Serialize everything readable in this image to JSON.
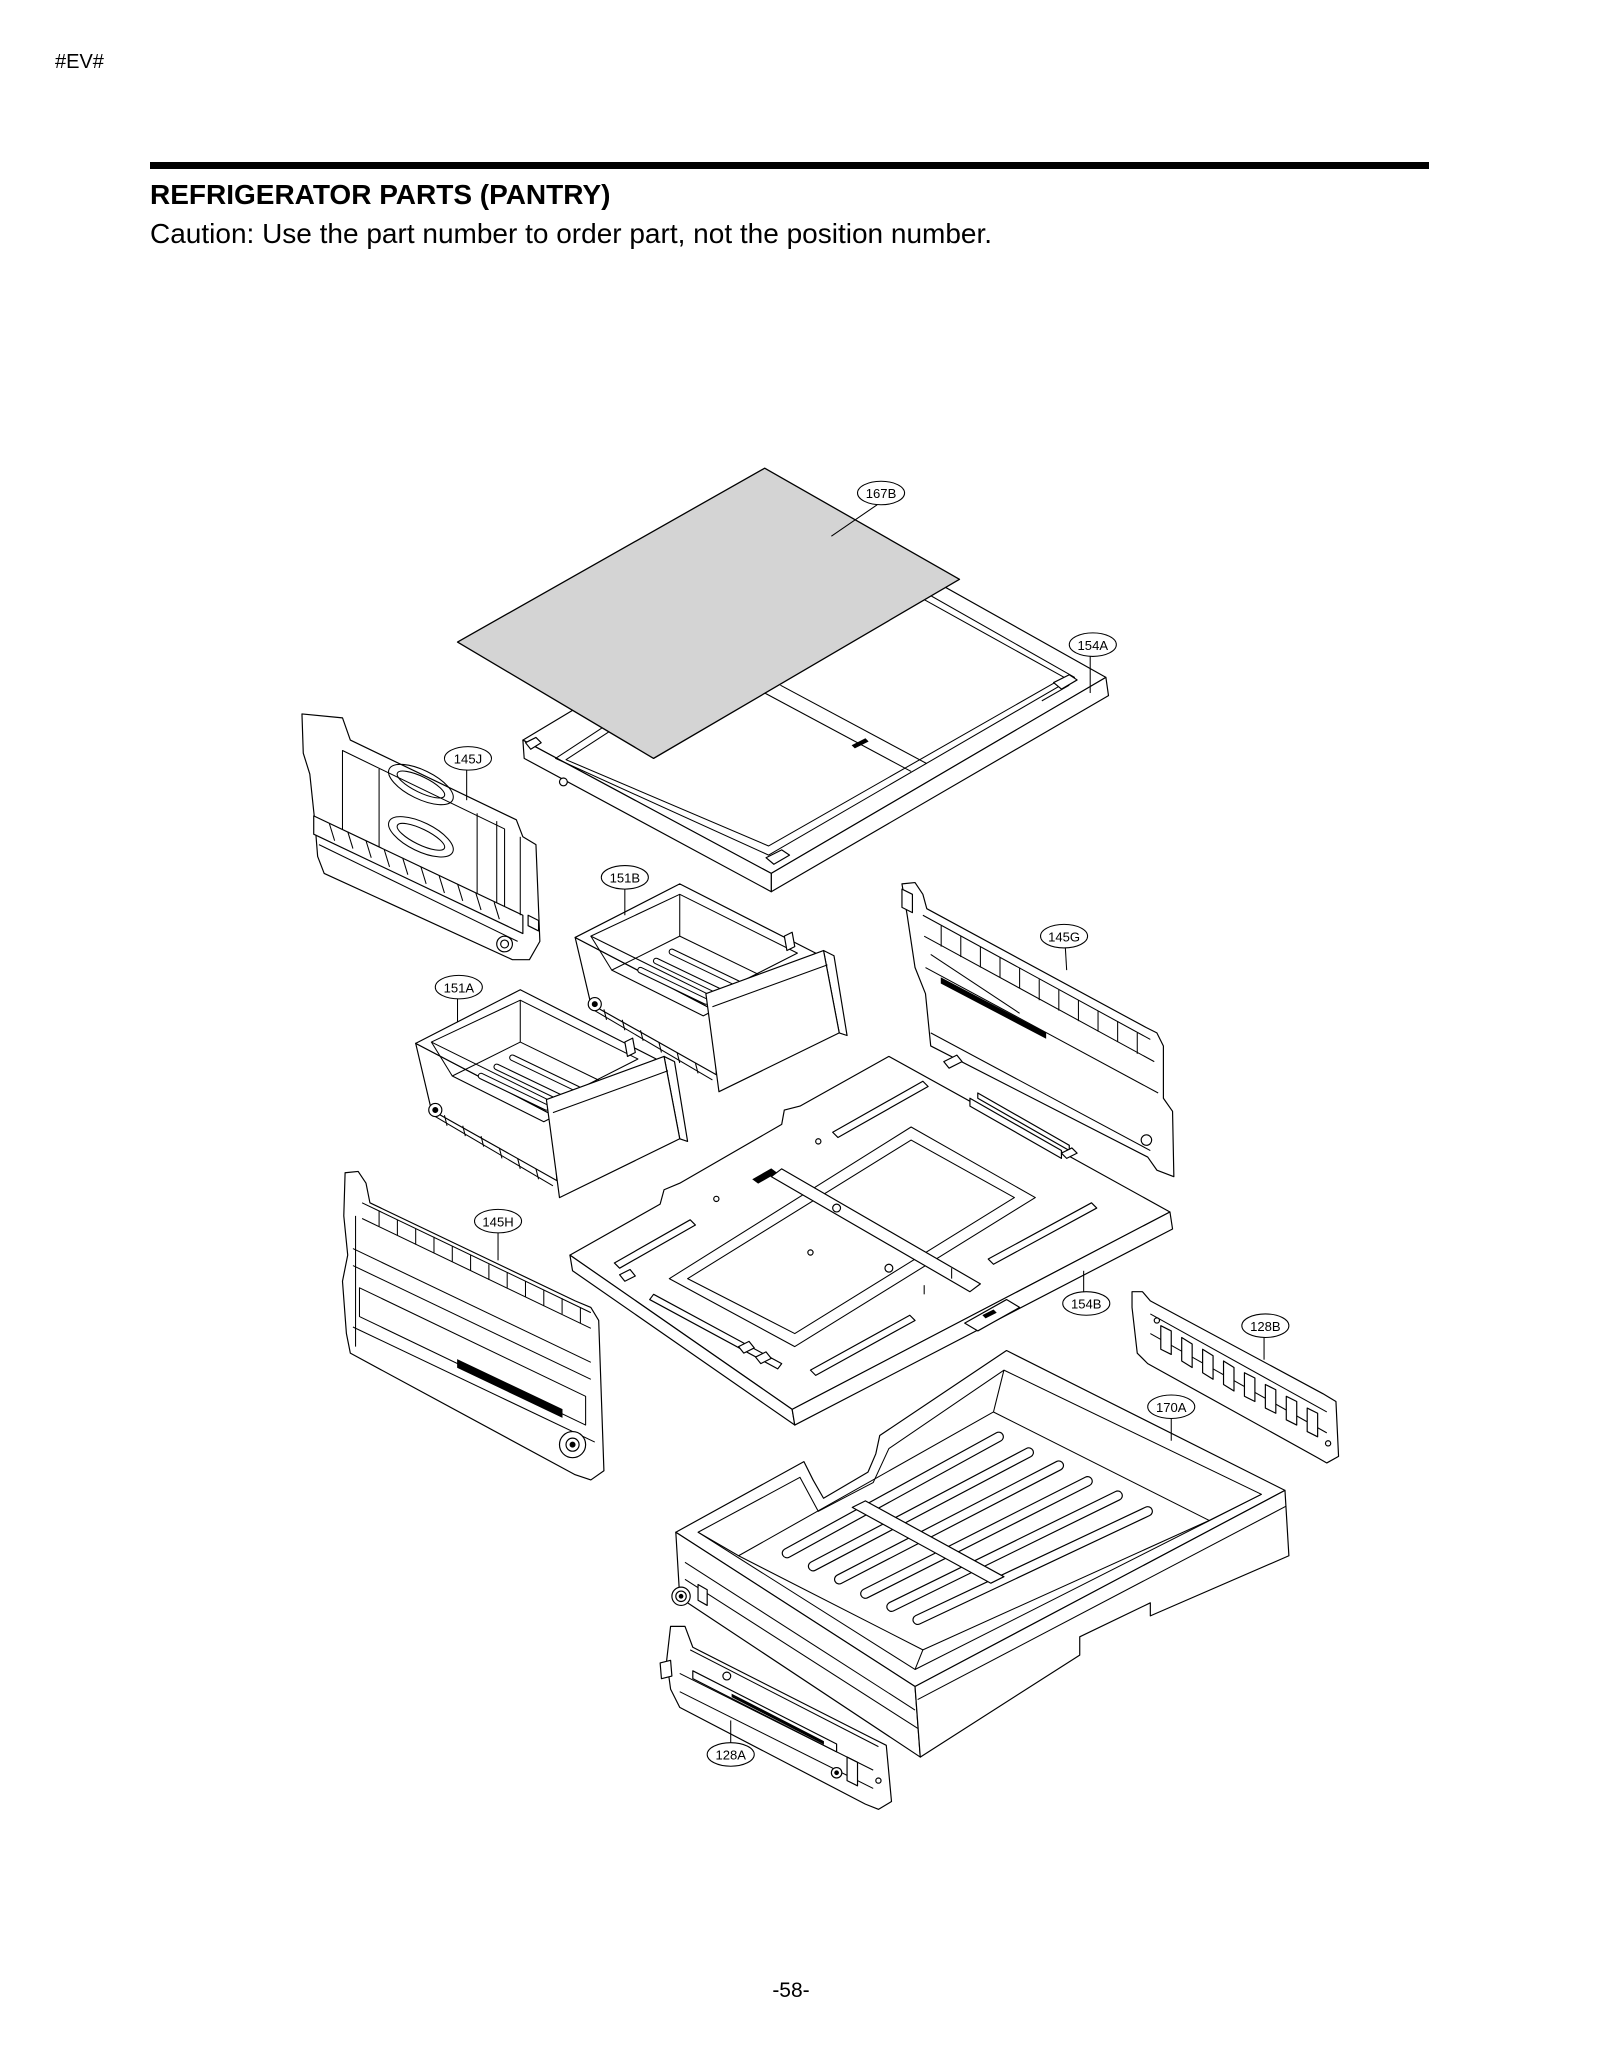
{
  "page": {
    "header_tag": "#EV#",
    "page_number": "-58-"
  },
  "section": {
    "title": "REFRIGERATOR PARTS (PANTRY)",
    "caution": "Caution: Use the part number to order part, not the position number."
  },
  "diagram": {
    "callouts": [
      {
        "label": "167B"
      },
      {
        "label": "154A"
      },
      {
        "label": "145J"
      },
      {
        "label": "151B"
      },
      {
        "label": "145G"
      },
      {
        "label": "151A"
      },
      {
        "label": "145H"
      },
      {
        "label": "154B"
      },
      {
        "label": "128B"
      },
      {
        "label": "170A"
      },
      {
        "label": "128A"
      }
    ]
  }
}
